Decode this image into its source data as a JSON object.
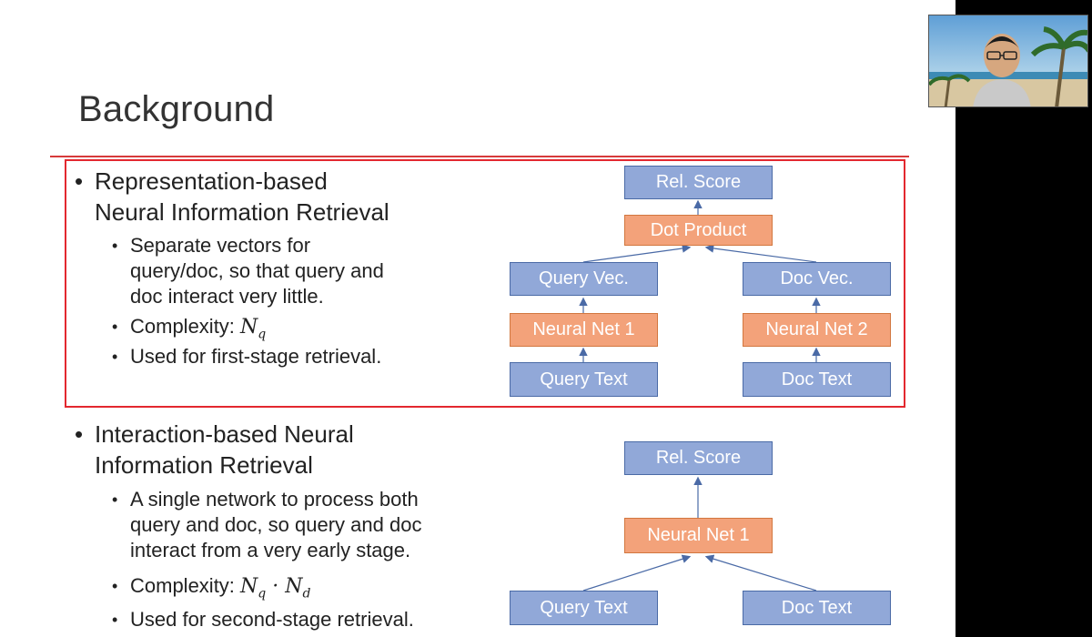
{
  "slide": {
    "title": "Background",
    "section1": {
      "heading_line1": "Representation-based",
      "heading_line2": "Neural Information Retrieval",
      "sub1_line1": "Separate vectors for",
      "sub1_line2": "query/doc, so that query and",
      "sub1_line3": "doc interact very little.",
      "sub2_prefix": "Complexity: ",
      "sub2_math_base": "N",
      "sub2_math_sub": "q",
      "sub3": "Used for first-stage retrieval."
    },
    "section2": {
      "heading_line1": "Interaction-based Neural",
      "heading_line2": "Information Retrieval",
      "sub1_line1": "A single network to process both",
      "sub1_line2": "query and doc, so query and doc",
      "sub1_line3": "interact from a very early stage.",
      "sub2_prefix": "Complexity: ",
      "sub2_math_a": "N",
      "sub2_math_a_sub": "q",
      "sub2_dot": " · ",
      "sub2_math_b": "N",
      "sub2_math_b_sub": "d",
      "sub3": "Used for second-stage retrieval."
    }
  },
  "diagram1": {
    "rel_score": "Rel. Score",
    "dot_product": "Dot Product",
    "query_vec": "Query Vec.",
    "doc_vec": "Doc Vec.",
    "neural_net_1": "Neural Net 1",
    "neural_net_2": "Neural Net 2",
    "query_text": "Query Text",
    "doc_text": "Doc Text"
  },
  "diagram2": {
    "rel_score": "Rel. Score",
    "neural_net_1": "Neural Net 1",
    "query_text": "Query Text",
    "doc_text": "Doc Text"
  },
  "colors": {
    "box_blue": "#91a8d8",
    "box_orange": "#f3a27a",
    "highlight_red": "#e3282f"
  }
}
